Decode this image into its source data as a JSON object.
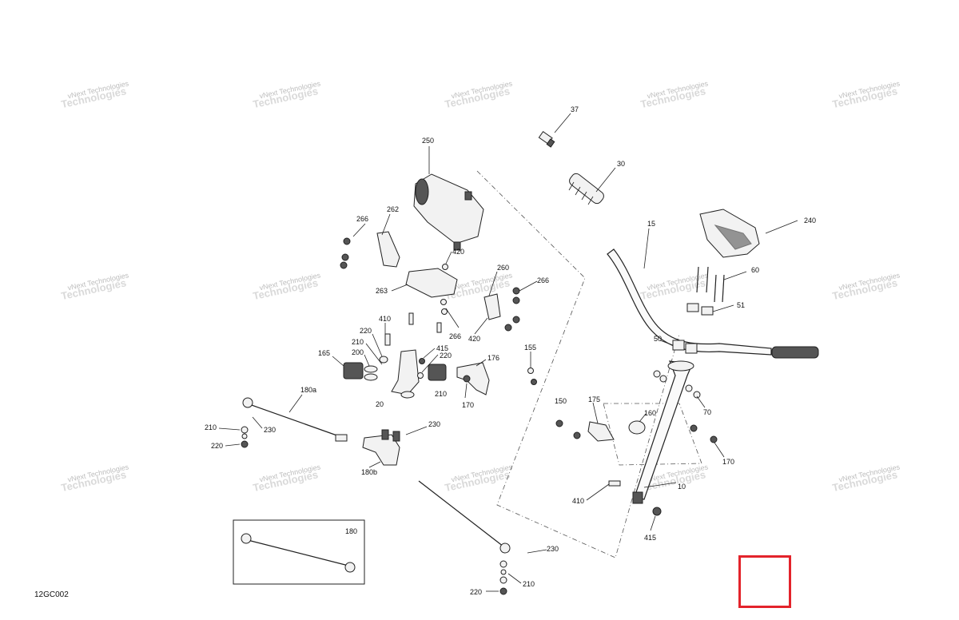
{
  "diagram": {
    "code": "12GC002",
    "watermark": [
      "vNext Technologies",
      "vNext Technologies"
    ],
    "callouts": [
      "37",
      "30",
      "15",
      "240",
      "250",
      "266",
      "262",
      "420",
      "260",
      "266",
      "263",
      "60",
      "51",
      "410",
      "266",
      "420",
      "220",
      "210",
      "415",
      "220",
      "200",
      "155",
      "165",
      "176",
      "50",
      "20",
      "210",
      "170",
      "180a",
      "150",
      "175",
      "160",
      "70",
      "210",
      "230",
      "230",
      "220",
      "170",
      "180b",
      "10",
      "410",
      "415",
      "180",
      "230",
      "210",
      "220"
    ],
    "highlight_color": "#e3232b"
  }
}
